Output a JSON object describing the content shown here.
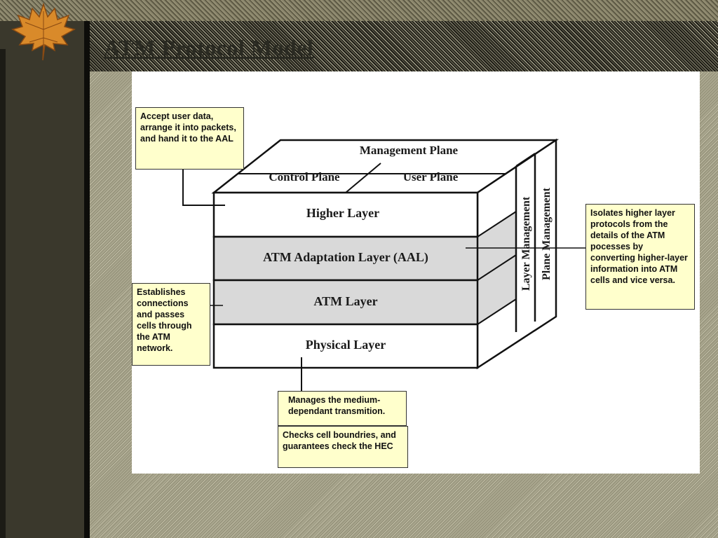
{
  "slide": {
    "title": "ATM Protocol Model"
  },
  "diagram": {
    "planes": {
      "management": "Management Plane",
      "control": "Control Plane",
      "user": "User Plane"
    },
    "layers": {
      "higher": "Higher Layer",
      "aal": "ATM Adaptation Layer (AAL)",
      "atm": "ATM Layer",
      "physical": "Physical Layer"
    },
    "side_labels": {
      "layer_management": "Layer Management",
      "plane_management": "Plane Management"
    },
    "colors": {
      "layer_fill_white": "#ffffff",
      "layer_fill_gray": "#d9d9d9",
      "note_fill": "#ffffcc"
    }
  },
  "notes": {
    "higher_layer": "Accept user data, arrange it into packets, and hand it to the AAL",
    "aal": "Isolates higher layer protocols from the details of the ATM pocesses by converting higher-layer information into ATM cells and vice versa.",
    "atm_layer": "Establishes connections and passes cells through the ATM network.",
    "physical_top": "Manages the medium-dependant transmition.",
    "physical_bottom": "Checks cell boundries, and guarantees check the HEC"
  }
}
